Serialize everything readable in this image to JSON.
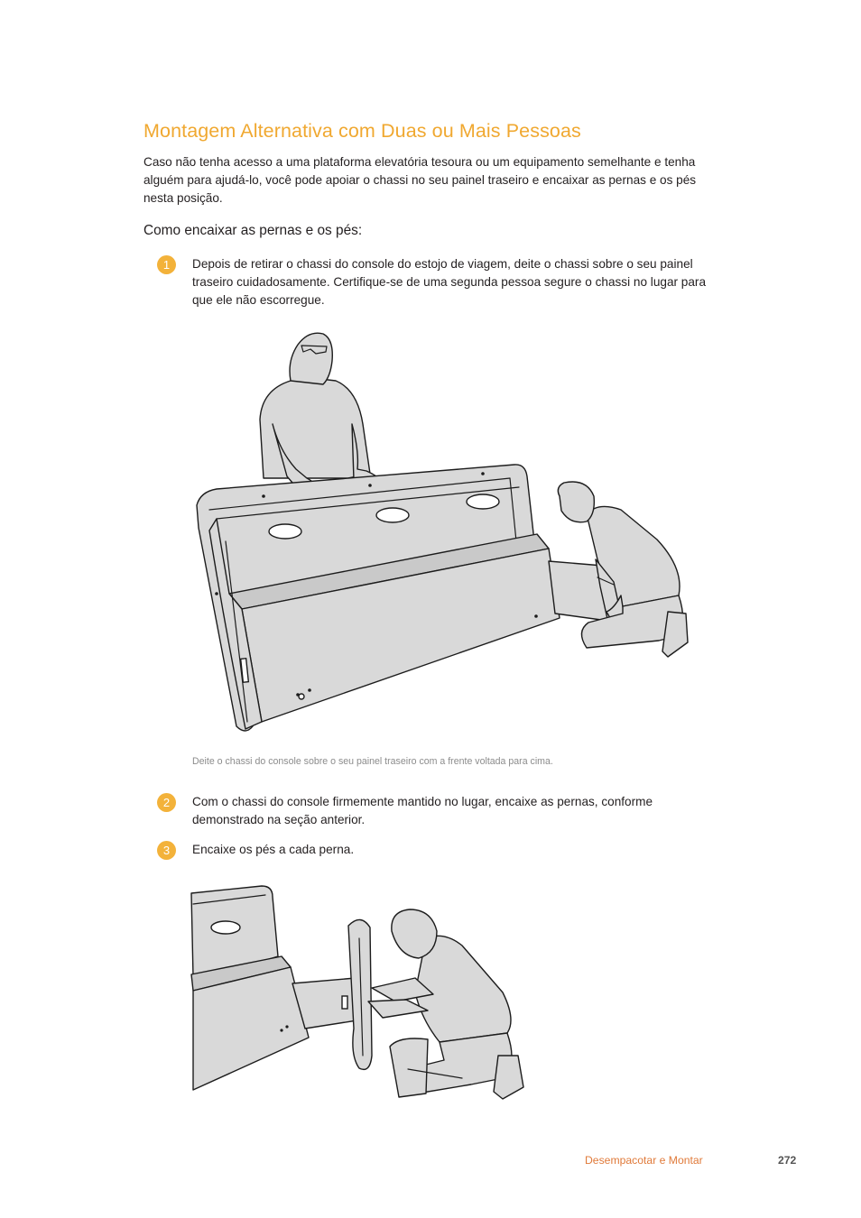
{
  "heading": "Montagem Alternativa com Duas ou Mais Pessoas",
  "intro": "Caso não tenha acesso a uma plataforma elevatória tesoura ou um equipamento semelhante e tenha alguém para ajudá-lo, você pode apoiar o chassi no seu painel traseiro e encaixar as pernas e os pés nesta posição.",
  "subheading": "Como encaixar as pernas e os pés:",
  "steps": [
    {
      "number": "1",
      "text": "Depois de retirar o chassi do console do estojo de viagem, deite o chassi sobre o seu painel traseiro cuidadosamente. Certifique-se de uma segunda pessoa segure o chassi no lugar para que ele não escorregue."
    },
    {
      "number": "2",
      "text": "Com o chassi do console firmemente mantido no lugar, encaixe as pernas, conforme demonstrado na seção anterior."
    },
    {
      "number": "3",
      "text": "Encaixe os pés a cada perna."
    }
  ],
  "figure1_caption": "Deite o chassi do console sobre o seu painel traseiro com a frente voltada para cima.",
  "footer": {
    "section": "Desempacotar e Montar",
    "page": "272"
  },
  "colors": {
    "heading": "#f0a830",
    "badge": "#f3b23a",
    "footer_section": "#e07a3a",
    "illustration_fill": "#d9d9d9"
  }
}
